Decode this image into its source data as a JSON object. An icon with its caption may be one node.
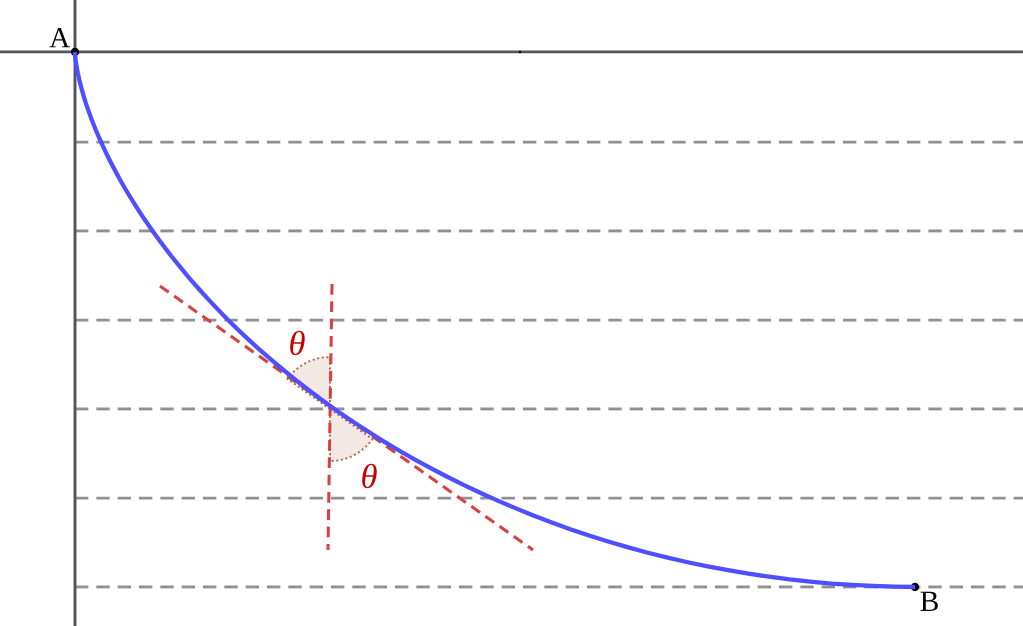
{
  "diagram": {
    "nodes": [
      {
        "text": [
          "A"
        ]
      },
      {
        "text": [
          "B"
        ]
      }
    ],
    "edges": [
      {
        "from": 0,
        "to": 1,
        "arrow": "none"
      }
    ],
    "labels": [
      "θ",
      "θ"
    ]
  }
}
